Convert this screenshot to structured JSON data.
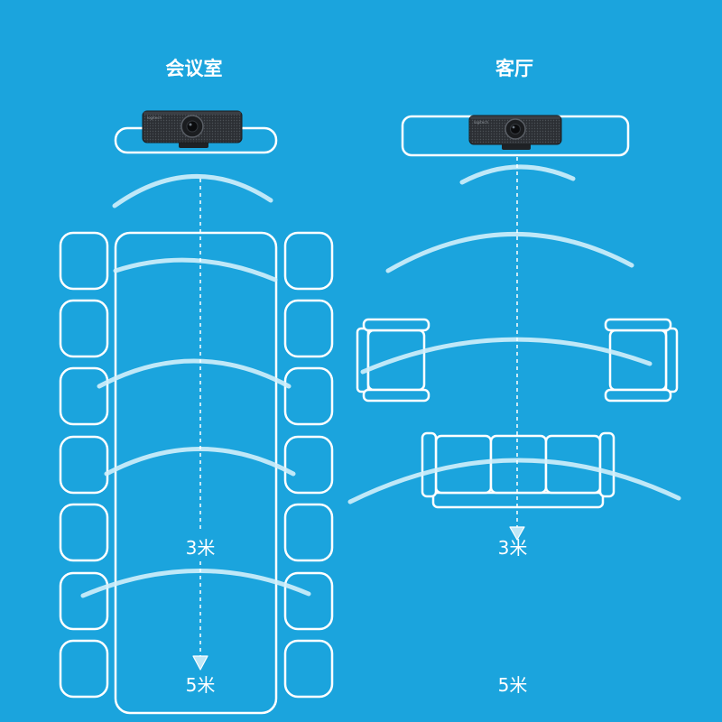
{
  "colors": {
    "background": "#1ba4dd",
    "outline": "#ffffff",
    "wave": "#d2f0fb",
    "arrow": "#bfe7f7"
  },
  "panels": [
    {
      "title": "会议室",
      "mid_distance": "3米",
      "far_distance": "5米"
    },
    {
      "title": "客厅",
      "mid_distance": "3米",
      "far_distance": "5米"
    }
  ],
  "camera": {
    "brand": "logitech",
    "icon": "webcam-icon"
  }
}
